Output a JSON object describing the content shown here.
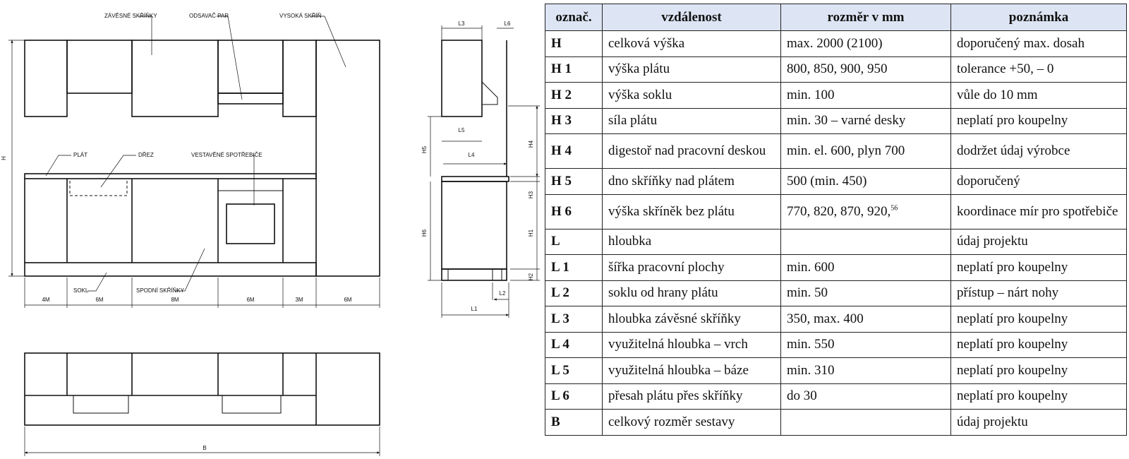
{
  "drawing": {
    "labels": {
      "wall_cabinets": "ZÁVĚSNÉ SKŘÍŇKY",
      "hood": "ODSAVAČ PAR",
      "tall_cabinet": "VYSOKÁ SKŘÍŇ",
      "worktop": "PLÁT",
      "sink": "DŘEZ",
      "appliances": "VESTAVĚNÉ SPOTŘEBIČE",
      "base_cabinets": "SPODNÍ SKŘÍŇKY",
      "plinth": "SOKL",
      "height": "H",
      "width": "B"
    },
    "modules": [
      "4M",
      "6M",
      "8M",
      "6M",
      "3M",
      "6M"
    ],
    "section_labels": [
      "L3",
      "L6",
      "L5",
      "L4",
      "H5",
      "H4",
      "H3",
      "H6",
      "H1",
      "H2",
      "L2",
      "L1"
    ]
  },
  "table": {
    "headers": [
      "označ.",
      "vzdálenost",
      "rozměr v mm",
      "poznámka"
    ],
    "rows": [
      {
        "code": "H",
        "distance": "celková výška",
        "size": "max. 2000 (2100)",
        "note": "doporučený max. dosah"
      },
      {
        "code": "H 1",
        "distance": "výška plátu",
        "size": "800, 850, 900, 950",
        "note": "tolerance +50, – 0"
      },
      {
        "code": "H 2",
        "distance": "výška soklu",
        "size": "min. 100",
        "note": "vůle do 10 mm"
      },
      {
        "code": "H 3",
        "distance": "síla plátu",
        "size": "min. 30 – varné desky",
        "note": "neplatí pro koupelny"
      },
      {
        "code": "H 4",
        "distance": "digestoř nad pracovní deskou",
        "size": "min. el. 600, plyn 700",
        "note": "dodržet údaj výrobce"
      },
      {
        "code": "H 5",
        "distance": "dno skříňky nad plátem",
        "size": "500 (min. 450)",
        "note": "doporučený"
      },
      {
        "code": "H 6",
        "distance": "výška skříněk bez plátu",
        "size": "770, 820, 870, 920,",
        "size_sup": "56",
        "note": "koordinace mír pro spotřebiče"
      },
      {
        "code": "L",
        "distance": "hloubka",
        "size": "",
        "note": "údaj projektu"
      },
      {
        "code": "L 1",
        "distance": "šířka pracovní plochy",
        "size": "min. 600",
        "note": "neplatí pro koupelny"
      },
      {
        "code": "L 2",
        "distance": "soklu od hrany plátu",
        "size": "min. 50",
        "note": "přístup – nárt nohy"
      },
      {
        "code": "L 3",
        "distance": "hloubka závěsné skříňky",
        "size": "350, max. 400",
        "note": "neplatí pro koupelny"
      },
      {
        "code": "L 4",
        "distance": "využitelná hloubka – vrch",
        "size": "min. 550",
        "note": "neplatí pro koupelny"
      },
      {
        "code": "L 5",
        "distance": "využitelná hloubka – báze",
        "size": "min. 310",
        "note": "neplatí pro koupelny"
      },
      {
        "code": "L 6",
        "distance": "přesah plátu přes skříňky",
        "size": "do 30",
        "note": "neplatí pro koupelny"
      },
      {
        "code": "B",
        "distance": "celkový rozměr sestavy",
        "size": "",
        "note": "údaj projektu"
      }
    ]
  }
}
